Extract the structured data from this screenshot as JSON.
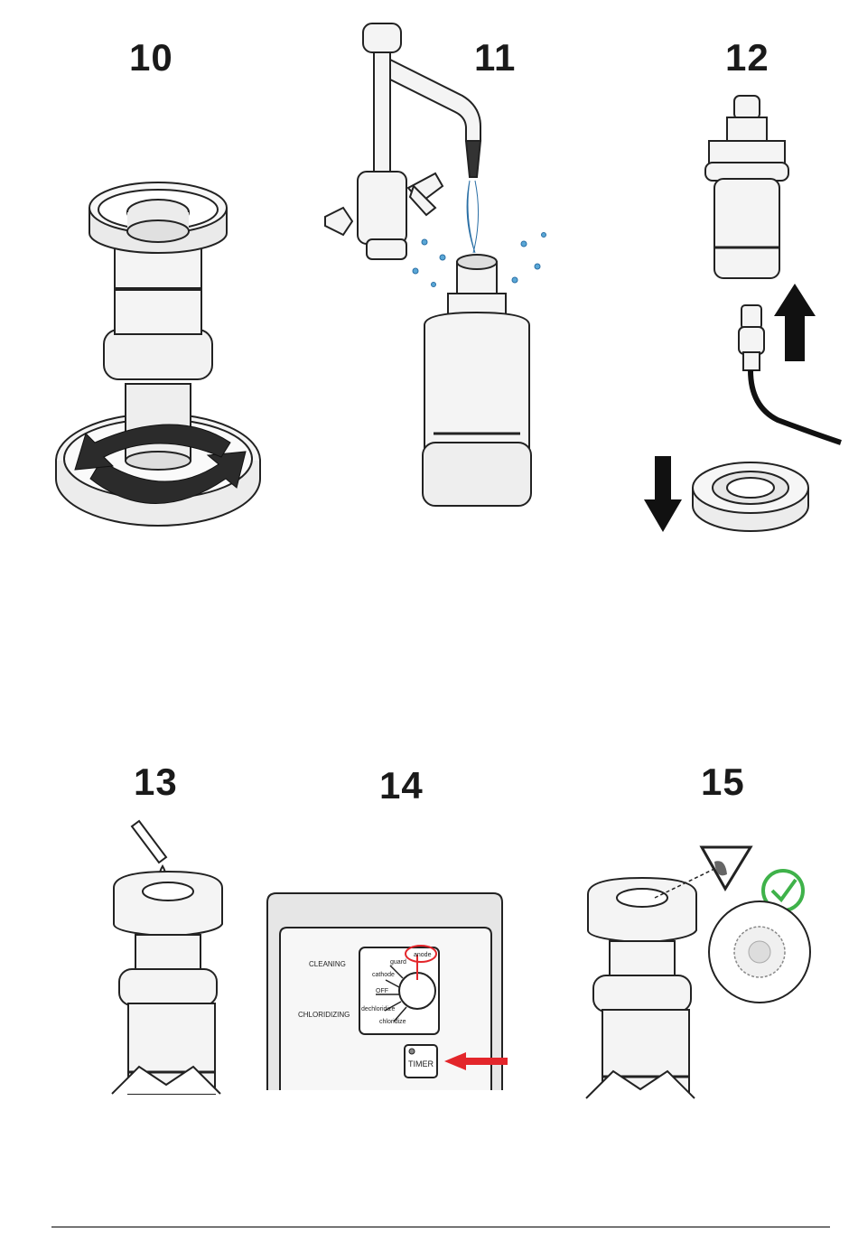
{
  "steps": {
    "s10": "10",
    "s11": "11",
    "s12": "12",
    "s13": "13",
    "s14": "14",
    "s15": "15"
  },
  "panel14": {
    "cleaning_label": "CLEANING",
    "chloriding_label": "CHLORIDIZING",
    "dial": {
      "anode": "anode",
      "guard": "guard",
      "cathode": "cathode",
      "off": "OFF",
      "dechloridize": "dechloridize",
      "chloridize": "chloridize"
    },
    "timer_button": "TIMER"
  },
  "colors": {
    "water": "#5aa7d6",
    "highlight_red": "#e3262b",
    "check_green": "#3fb24a",
    "arrow_dark": "#222222"
  }
}
